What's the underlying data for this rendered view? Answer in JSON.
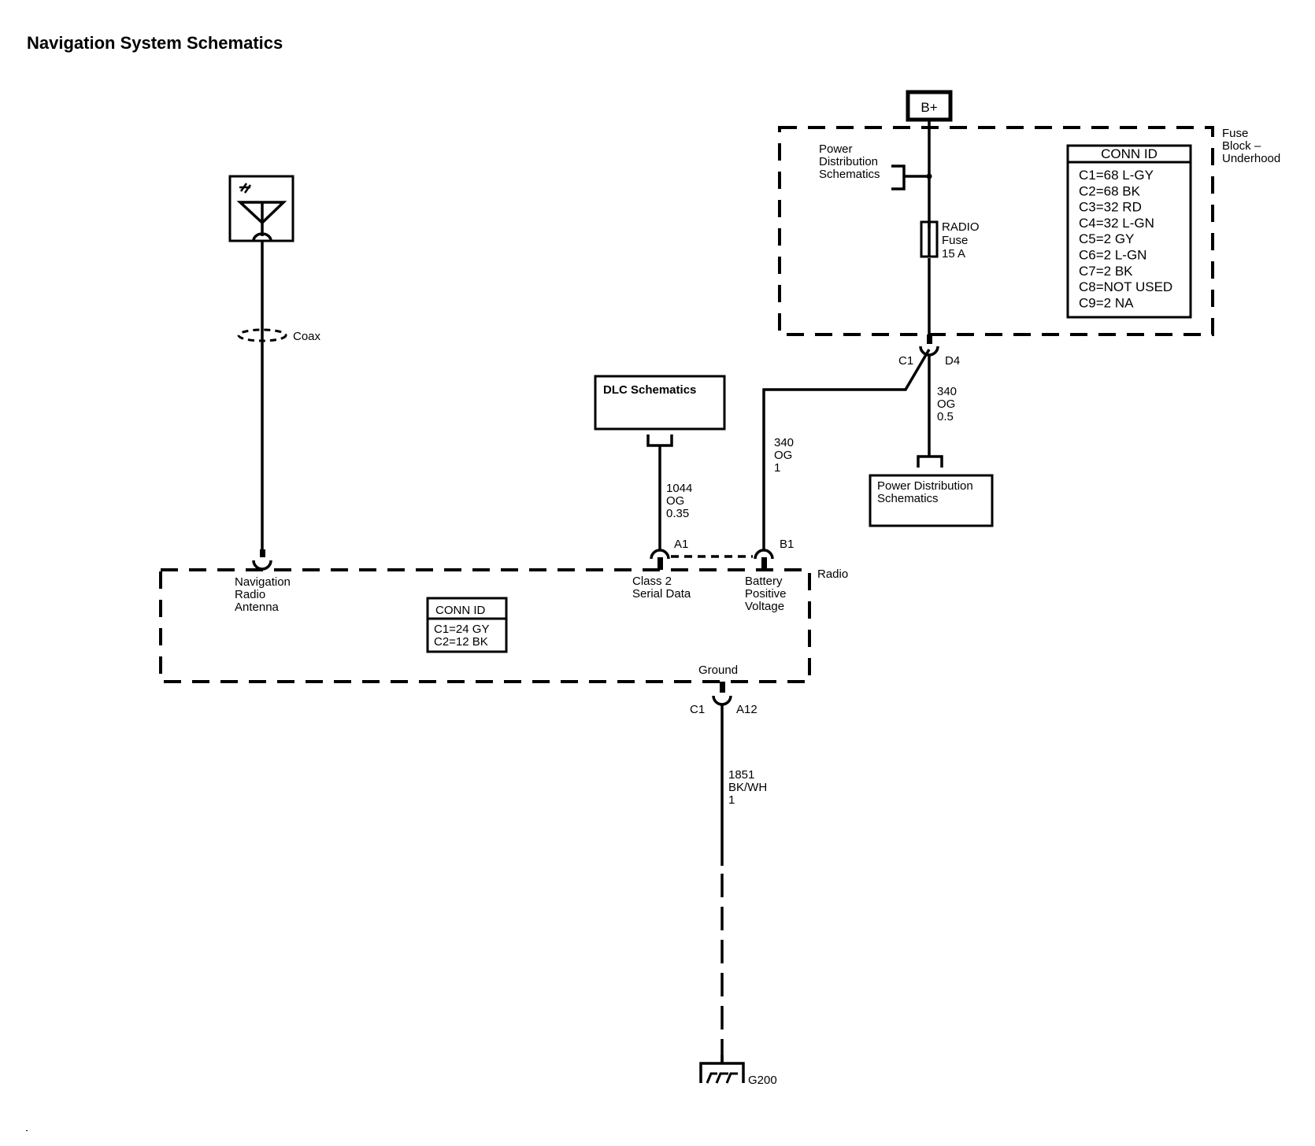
{
  "title": "Navigation System Schematics",
  "power_source": {
    "label": "B+"
  },
  "fuse_block": {
    "name_lines": [
      "Fuse",
      "Block –",
      "Underhood"
    ],
    "power_dist_ref_lines": [
      "Power",
      "Distribution",
      "Schematics"
    ],
    "fuse_lines": [
      "RADIO",
      "Fuse",
      "15 A"
    ],
    "conn_id": {
      "header": "CONN ID",
      "rows": [
        "C1=68 L-GY",
        "C2=68 BK",
        "C3=32 RD",
        "C4=32 L-GN",
        "C5=2 GY",
        "C6=2 L-GN",
        "C7=2 BK",
        "C8=NOT USED",
        "C9=2 NA"
      ]
    },
    "connector": {
      "conn": "C1",
      "pin": "D4"
    }
  },
  "wire_340_05": [
    "340",
    "OG",
    "0.5"
  ],
  "power_dist_box": {
    "lines": [
      "Power Distribution",
      "Schematics"
    ]
  },
  "dlc_box": {
    "label": "DLC Schematics"
  },
  "wire_1044": [
    "1044",
    "OG",
    "0.35"
  ],
  "wire_340_1": [
    "340",
    "OG",
    "1"
  ],
  "antenna": {
    "coax_label": "Coax"
  },
  "radio": {
    "name": "Radio",
    "pins": {
      "antenna_label": [
        "Navigation",
        "Radio",
        "Antenna"
      ],
      "class2_pin": "A1",
      "class2_label": [
        "Class 2",
        "Serial Data"
      ],
      "battery_pin": "B1",
      "battery_label": [
        "Battery",
        "Positive",
        "Voltage"
      ],
      "ground_label": "Ground"
    },
    "conn_id": {
      "header": "CONN ID",
      "rows": [
        "C1=24 GY",
        "C2=12 BK"
      ]
    },
    "ground_connector": {
      "conn": "C1",
      "pin": "A12"
    }
  },
  "wire_1851": [
    "1851",
    "BK/WH",
    "1"
  ],
  "ground": {
    "label": "G200"
  }
}
